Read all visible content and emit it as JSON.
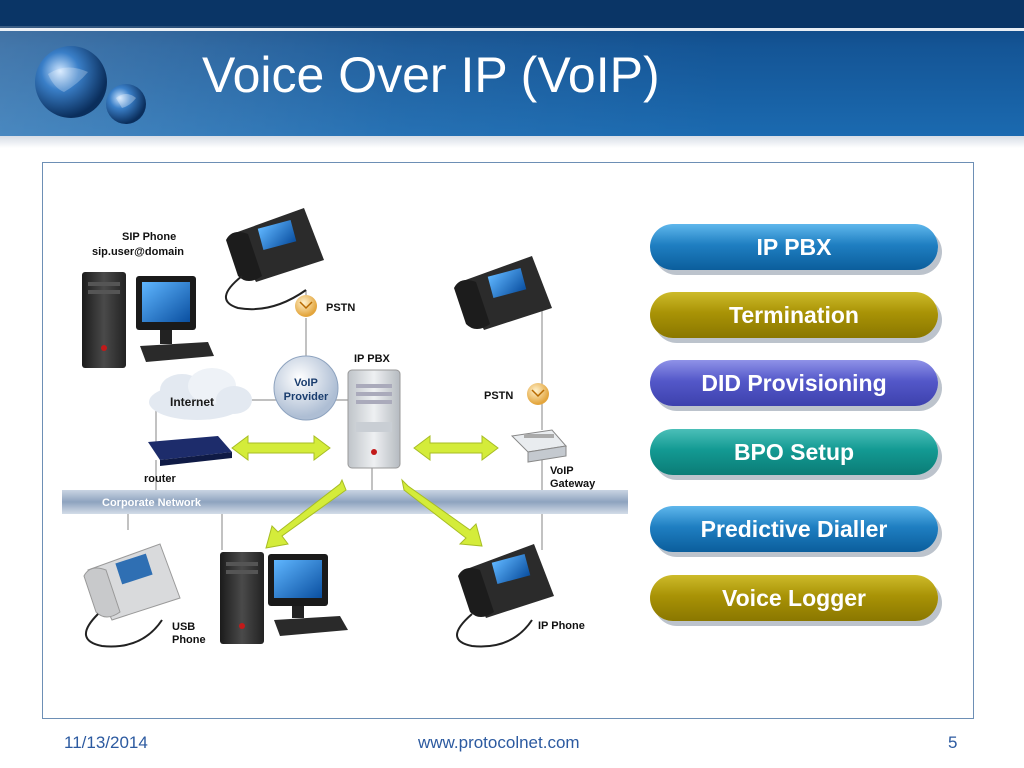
{
  "slide": {
    "title": "Voice Over IP (VoIP)",
    "footer": {
      "date": "11/13/2014",
      "url": "www.protocolnet.com",
      "page": "5"
    }
  },
  "diagram": {
    "labels": {
      "sip_phone": "SIP Phone",
      "sip_address": "sip.user@domain",
      "pstn_left": "PSTN",
      "pstn_right": "PSTN",
      "ip_pbx": "IP PBX",
      "internet": "Internet",
      "voip_provider_1": "VoIP",
      "voip_provider_2": "Provider",
      "router": "router",
      "corporate_network": "Corporate Network",
      "voip_gateway_1": "VoIP",
      "voip_gateway_2": "Gateway",
      "usb_phone_1": "USB",
      "usb_phone_2": "Phone",
      "ip_phone": "IP Phone"
    }
  },
  "services": [
    {
      "label": "IP PBX",
      "color": "#1f7fc2"
    },
    {
      "label": "Termination",
      "color": "#a99306"
    },
    {
      "label": "DID Provisioning",
      "color": "#5458c9"
    },
    {
      "label": "BPO Setup",
      "color": "#139a93"
    },
    {
      "label": "Predictive Dialler",
      "color": "#1f7fc2"
    },
    {
      "label": "Voice Logger",
      "color": "#a99306"
    }
  ],
  "colors": {
    "header": "#145596",
    "arrows": "#d4ec3a",
    "network_band": "#a9b8cc"
  }
}
